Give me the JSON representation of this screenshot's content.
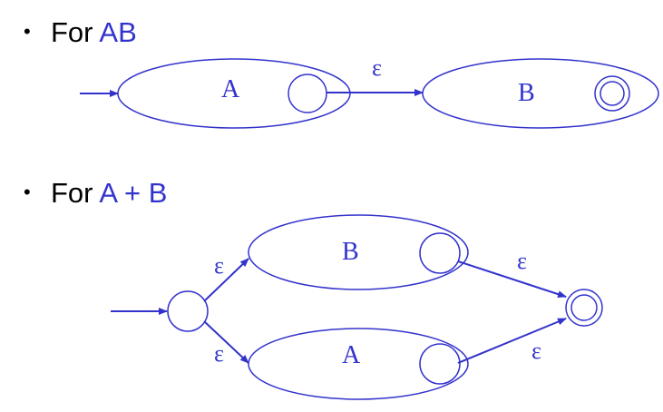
{
  "bullets": [
    {
      "prefix": "For ",
      "expr": "AB",
      "bullet_char": "•"
    },
    {
      "prefix": "For ",
      "expr": "A + B",
      "bullet_char": "•"
    }
  ],
  "diagram_concat": {
    "left_machine_label": "A",
    "right_machine_label": "B",
    "transition_label": "ε"
  },
  "diagram_union": {
    "upper_machine_label": "B",
    "lower_machine_label": "A",
    "eps_upper_in": "ε",
    "eps_lower_in": "ε",
    "eps_upper_out": "ε",
    "eps_lower_out": "ε"
  },
  "colors": {
    "accent": "#3333cc",
    "text": "#000000",
    "background": "#ffffff"
  }
}
